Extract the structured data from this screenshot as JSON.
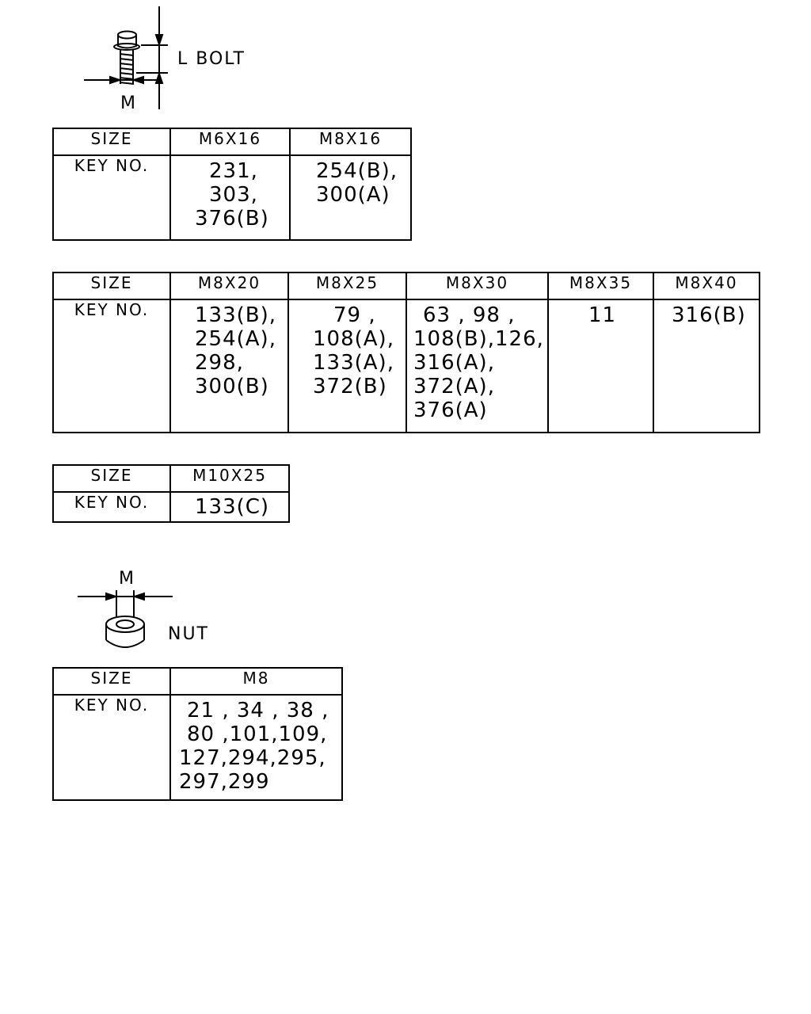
{
  "bolt_label": "L BOLT",
  "bolt_dim_label": "M",
  "nut_label": "NUT",
  "nut_dim_label": "M",
  "bolt_tables": [
    {
      "size_header": "SIZE",
      "key_header": "KEY NO.",
      "columns": [
        {
          "size": "M6X16",
          "keys": [
            "231,",
            "303,",
            "376(B)"
          ]
        },
        {
          "size": "M8X16",
          "keys": [
            "254(B),",
            "300(A)"
          ]
        }
      ]
    },
    {
      "size_header": "SIZE",
      "key_header": "KEY NO.",
      "columns": [
        {
          "size": "M8X20",
          "keys": [
            "133(B),",
            "254(A),",
            "298,",
            "300(B)"
          ]
        },
        {
          "size": "M8X25",
          "keys": [
            "79 ,",
            "108(A),",
            "133(A),",
            "372(B)"
          ]
        },
        {
          "size": "M8X30",
          "keys": [
            "63 , 98 ,",
            "108(B),126,",
            "316(A),",
            "372(A),",
            "376(A)"
          ]
        },
        {
          "size": "M8X35",
          "keys": [
            "11"
          ]
        },
        {
          "size": "M8X40",
          "keys": [
            "316(B)"
          ]
        }
      ]
    },
    {
      "size_header": "SIZE",
      "key_header": "KEY NO.",
      "columns": [
        {
          "size": "M10X25",
          "keys": [
            "133(C)"
          ]
        }
      ]
    }
  ],
  "nut_table": {
    "size_header": "SIZE",
    "key_header": "KEY NO.",
    "columns": [
      {
        "size": "M8",
        "keys": [
          "21 , 34 , 38 ,",
          "80 ,101,109,",
          "127,294,295,",
          "297,299"
        ]
      }
    ]
  }
}
